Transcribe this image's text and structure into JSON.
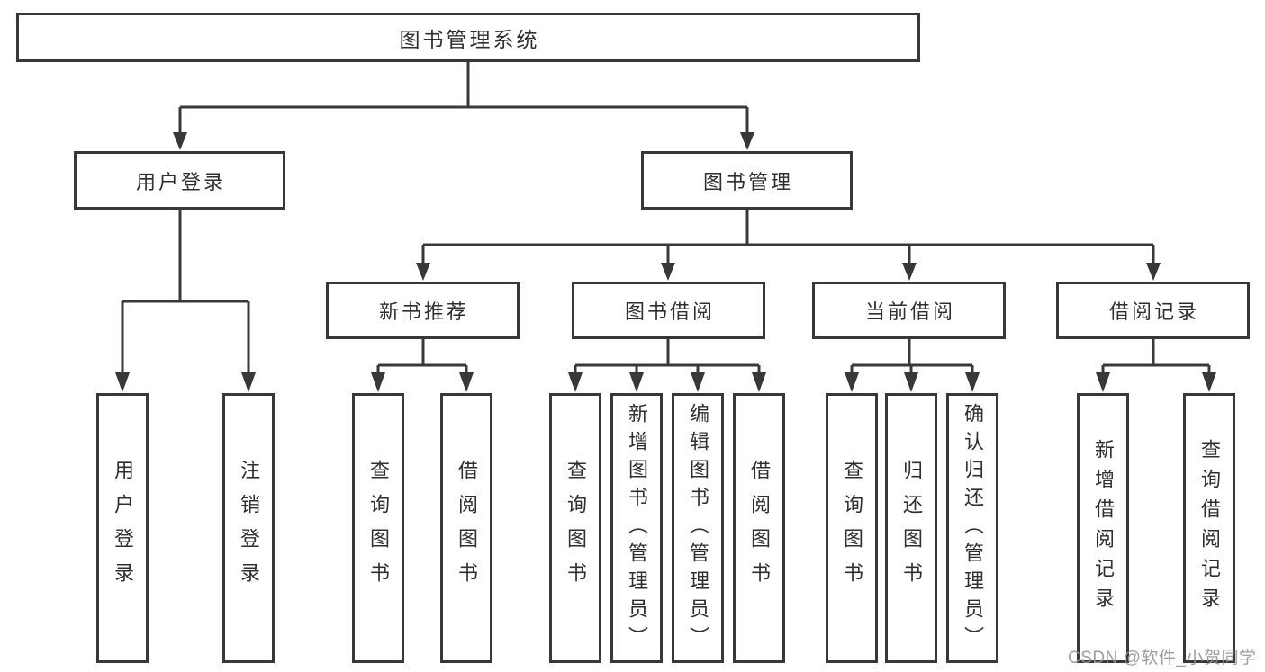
{
  "diagram": {
    "tree": {
      "label": "图书管理系统",
      "children": [
        {
          "label": "用户登录",
          "children": [
            {
              "label": "用户登录"
            },
            {
              "label": "注销登录"
            }
          ]
        },
        {
          "label": "图书管理",
          "children": [
            {
              "label": "新书推荐",
              "children": [
                {
                  "label": "查询图书"
                },
                {
                  "label": "借阅图书"
                }
              ]
            },
            {
              "label": "图书借阅",
              "children": [
                {
                  "label": "查询图书"
                },
                {
                  "label": "新增图书（管理员）"
                },
                {
                  "label": "编辑图书（管理员）"
                },
                {
                  "label": "借阅图书"
                }
              ]
            },
            {
              "label": "当前借阅",
              "children": [
                {
                  "label": "查询图书"
                },
                {
                  "label": "归还图书"
                },
                {
                  "label": "确认归还（管理员）"
                }
              ]
            },
            {
              "label": "借阅记录",
              "children": [
                {
                  "label": "新增借阅记录"
                },
                {
                  "label": "查询借阅记录"
                }
              ]
            }
          ]
        }
      ]
    }
  },
  "watermark": {
    "text": "CSDN @软件_小贺同学"
  },
  "colors": {
    "line": "#383838",
    "border": "#383838",
    "text": "#2f2f2f",
    "watermark": "#969696",
    "background": "#ffffff"
  }
}
